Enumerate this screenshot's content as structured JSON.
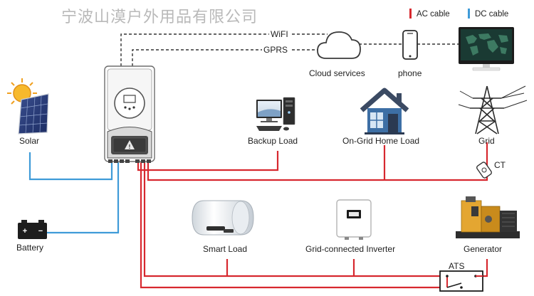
{
  "watermark": "宁波山漠户外用品有限公司",
  "legend": {
    "ac": {
      "label": "AC cable",
      "color": "#d7282f"
    },
    "dc": {
      "label": "DC cable",
      "color": "#3f9bd8"
    }
  },
  "links": {
    "wifi": "WiFI",
    "gprs": "GPRS"
  },
  "nodes": {
    "cloud": "Cloud services",
    "phone": "phone",
    "solar": "Solar",
    "battery": "Battery",
    "backup_load": "Backup Load",
    "home_load": "On-Grid Home Load",
    "grid": "Grid",
    "ct": "CT",
    "smart_load": "Smart Load",
    "grid_inverter": "Grid-connected Inverter",
    "generator": "Generator",
    "ats": "ATS"
  },
  "icons": {
    "solar": "solar-panel-icon",
    "battery": "battery-icon",
    "inverter": "hybrid-inverter-icon",
    "cloud": "cloud-icon",
    "phone": "phone-icon",
    "monitor": "monitor-icon",
    "backup_load": "desktop-computer-icon",
    "home_load": "house-icon",
    "grid": "power-pylon-icon",
    "ct": "current-transformer-icon",
    "smart_load": "water-heater-icon",
    "grid_inverter": "grid-inverter-icon",
    "generator": "generator-icon",
    "ats": "ats-switch-icon"
  }
}
